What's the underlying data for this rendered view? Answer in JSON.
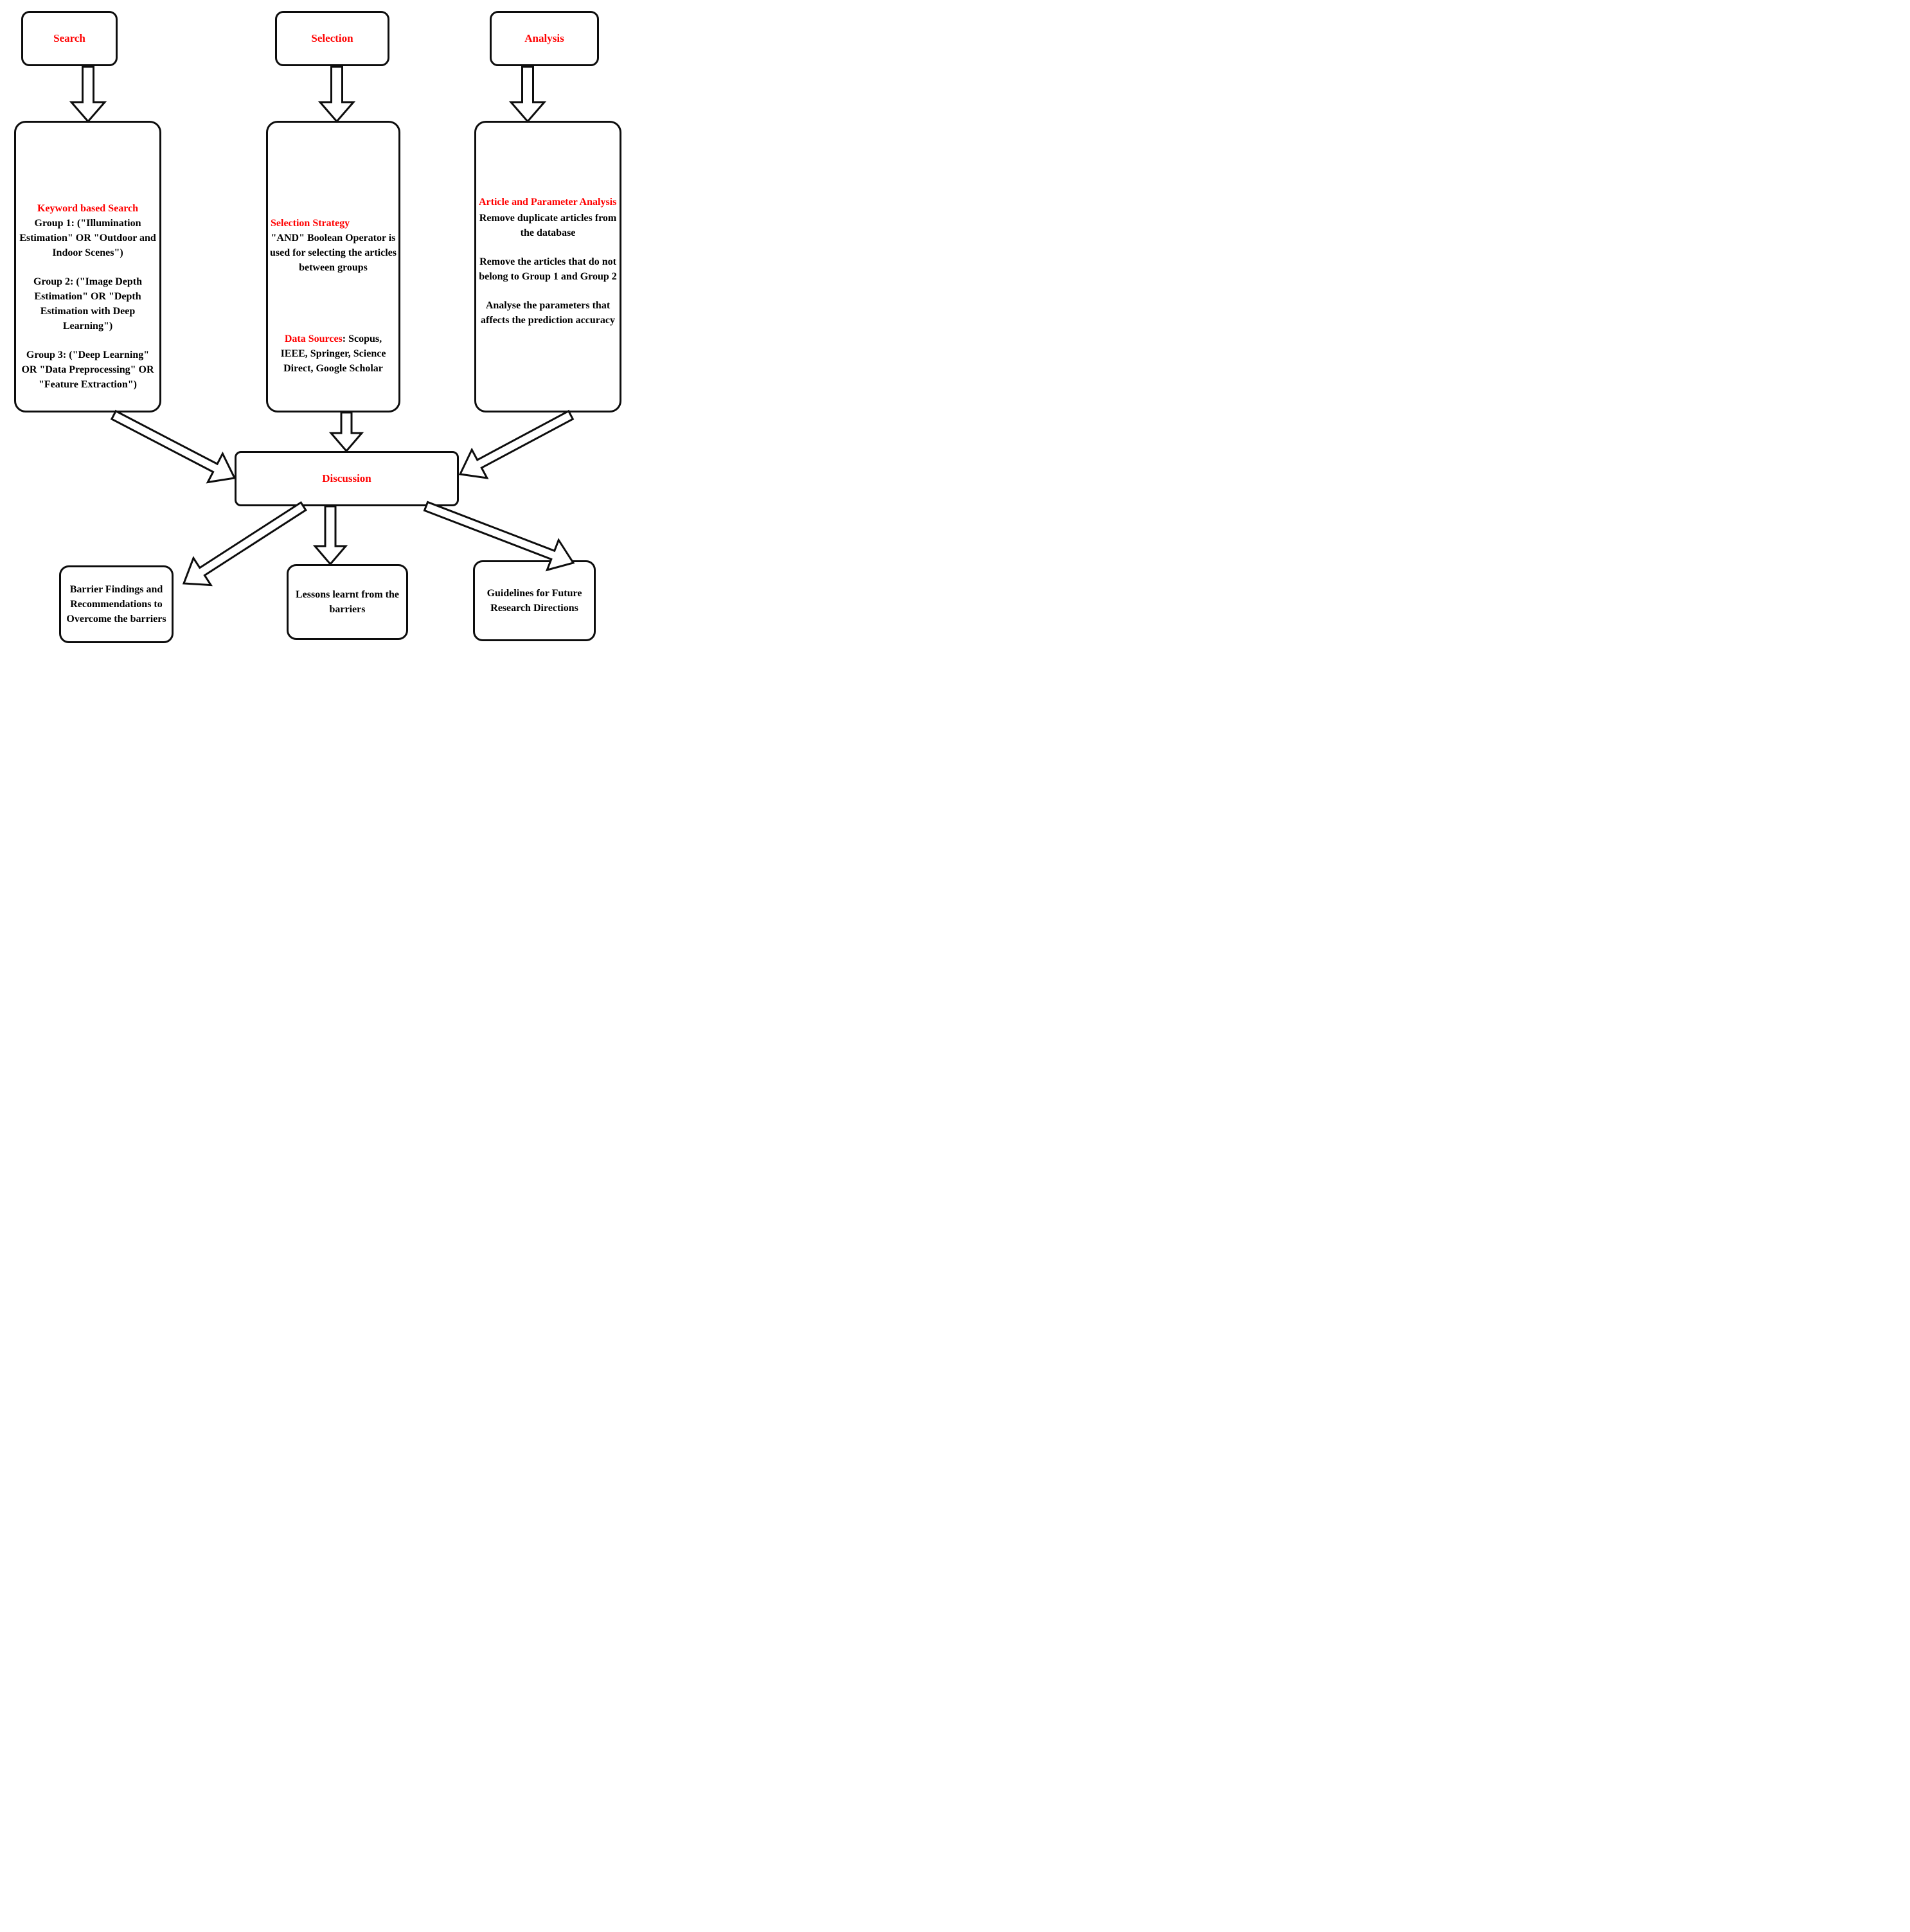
{
  "colors": {
    "accent_red": "#FF0000",
    "line": "#000000",
    "background": "#FFFFFF"
  },
  "phases": {
    "search": {
      "label": "Search"
    },
    "selection": {
      "label": "Selection"
    },
    "analysis": {
      "label": "Analysis"
    }
  },
  "search_detail": {
    "heading": "Keyword based Search",
    "group1": "Group 1: (\"Illumination Estimation\" OR \"Outdoor and Indoor Scenes\")",
    "group2": "Group 2: (\"Image Depth Estimation\" OR \"Depth Estimation with Deep Learning\")",
    "group3": "Group 3: (\"Deep Learning\" OR \"Data Preprocessing\" OR \"Feature Extraction\")"
  },
  "selection_detail": {
    "heading": "Selection Strategy",
    "strategy": "\"AND\" Boolean Operator is used for selecting the articles between groups",
    "sources_label": "Data Sources",
    "sources_rest": ": Scopus, IEEE, Springer, Science Direct, Google Scholar"
  },
  "analysis_detail": {
    "heading": "Article and Parameter Analysis",
    "step1": "Remove duplicate articles from the database",
    "step2": "Remove the articles that do not belong to Group 1 and Group 2",
    "step3": "Analyse the parameters that affects the prediction accuracy"
  },
  "discussion": {
    "label": "Discussion"
  },
  "outcomes": {
    "barriers": "Barrier Findings and Recommendations to Overcome the barriers",
    "lessons": "Lessons learnt from the barriers",
    "guidelines": "Guidelines for Future Research Directions"
  }
}
